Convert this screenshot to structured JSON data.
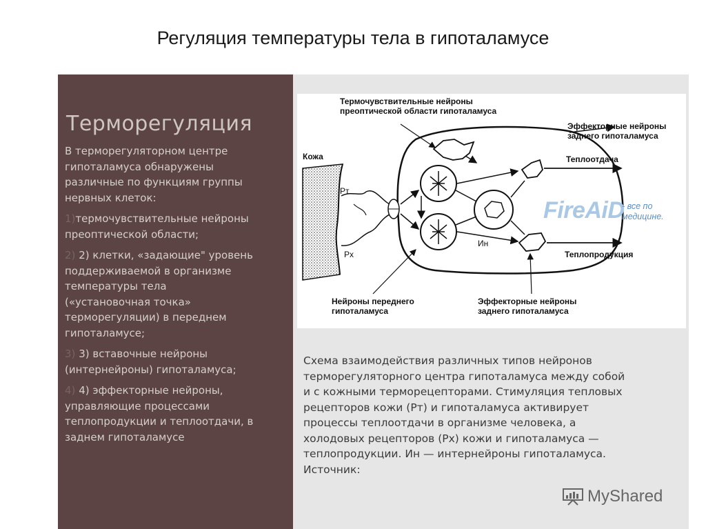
{
  "title": "Регуляция температуры тела в гипоталамусе",
  "left": {
    "heading": "Терморегуляция",
    "intro": [
      "В терморегуляторном центре",
      "гипоталамуса обнаружены",
      "различные по функциям группы",
      "нервных клеток:"
    ],
    "items": [
      {
        "num": "1)",
        "lines": [
          "термочувствительные нейроны",
          "преоптической области;"
        ]
      },
      {
        "num": "2)",
        "lines": [
          "2) клетки, «задающие\" уровень",
          "поддерживаемой в организме",
          "температуры тела",
          "(«установочная точка»",
          "терморегуляции) в переднем",
          "гипоталамусе;"
        ]
      },
      {
        "num": "3)",
        "lines": [
          "3) вставочные нейроны",
          "(интернейроны) гипоталамуса;"
        ]
      },
      {
        "num": "4)",
        "lines": [
          "4) эффекторные нейроны,",
          "управляющие процессами",
          "теплопродукции и теплоотдачи, в",
          "заднем гипоталамусе"
        ]
      }
    ]
  },
  "diagram": {
    "label_thermo": [
      "Термочувствительные нейроны",
      "преоптической области гипоталамуса"
    ],
    "label_skin": "Кожа",
    "label_rt": "Рт",
    "label_rx": "Рх",
    "label_in": "Ин",
    "label_effector_top": [
      "Эффекторные нейроны",
      "заднего гипоталамуса"
    ],
    "label_heat_loss": "Теплоотдача",
    "label_heat_prod": "Теплопродукция",
    "label_anterior": [
      "Нейроны переднего",
      "гипоталамуса"
    ],
    "label_effector_bottom": [
      "Эффекторные нейроны",
      "заднего гипоталамуса"
    ]
  },
  "caption": [
    "Схема взаимодействия различных типов нейронов",
    "терморегуляторного центра гипоталамуса между собой",
    "и с кожными терморецепторами. Стимуляция тепловых",
    "рецепторов кожи (Рт) и гипоталамуса активирует",
    "процессы теплоотдачи в организме человека, а",
    "холодовых рецепторов (Рх) кожи и гипоталамуса —",
    "теплопродукции. Ин — интернейроны гипоталамуса.",
    "Источник:"
  ],
  "watermark": {
    "brand": "FireAiD",
    "tagline": [
      "- все по",
      "медицине."
    ]
  },
  "logo": {
    "text": "MyShared"
  },
  "colors": {
    "left_panel": "#5b4443",
    "right_panel": "#e6e6e6",
    "watermark": "#a9c8e6"
  }
}
